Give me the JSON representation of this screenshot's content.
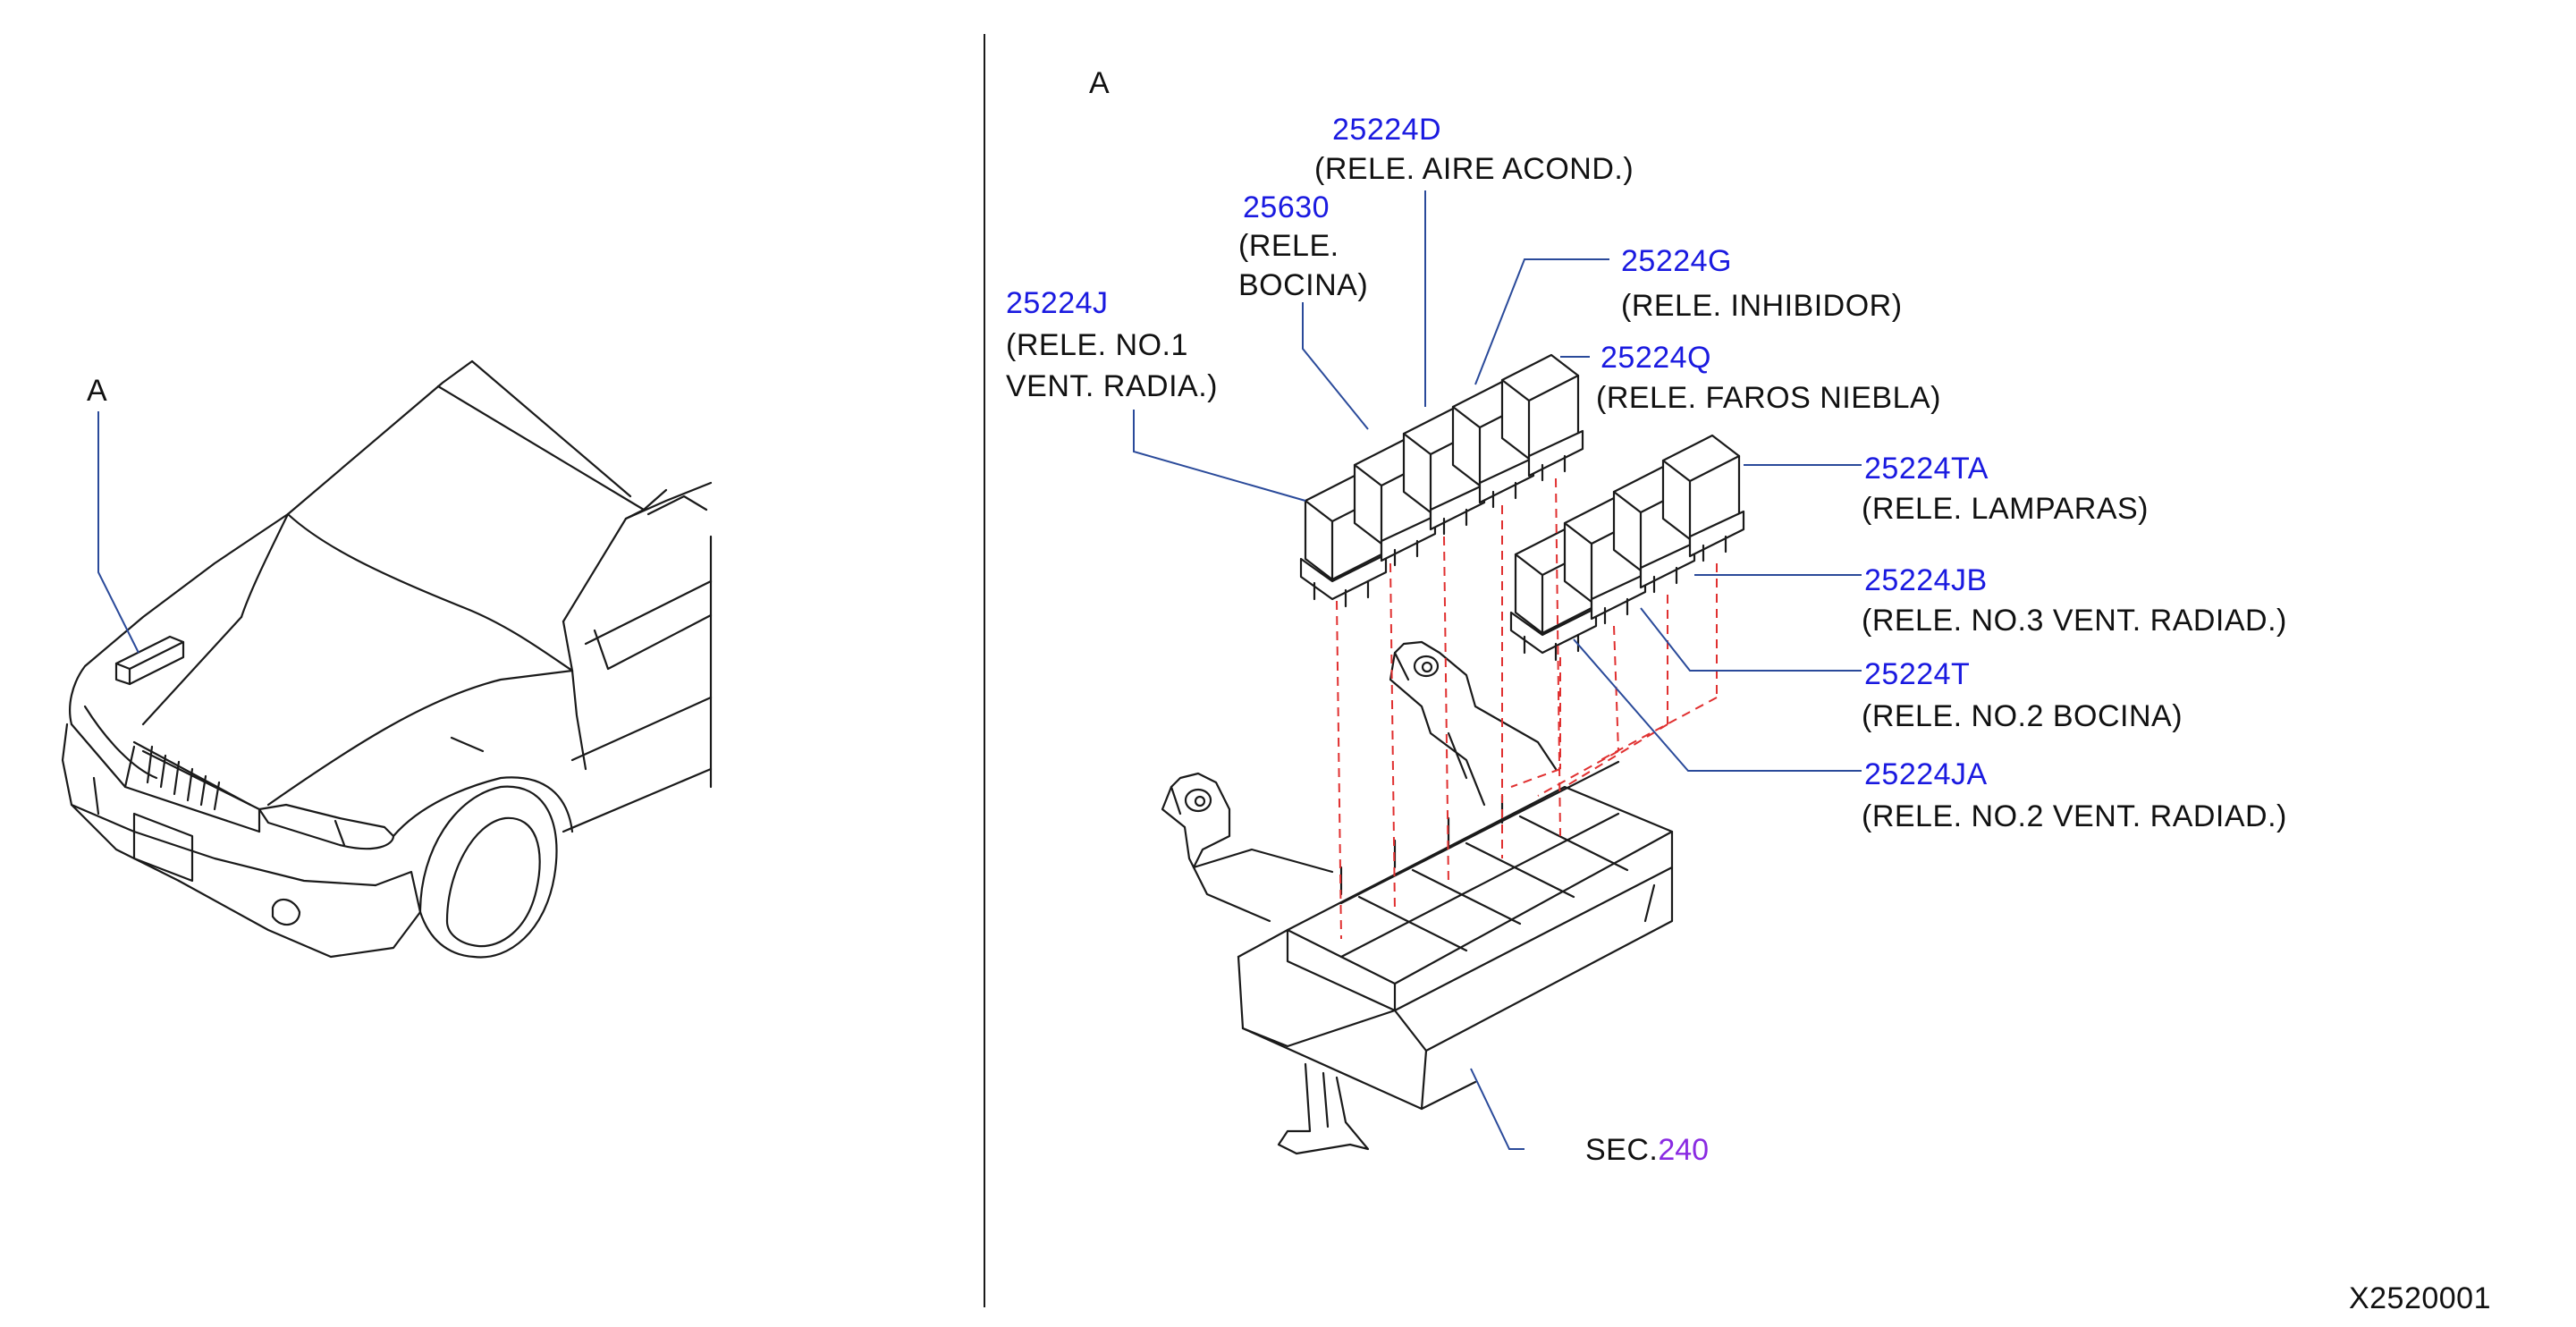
{
  "left_view": {
    "callout": "A"
  },
  "detail_view": {
    "view_label": "A",
    "parts": [
      {
        "part_no": "25224D",
        "desc": [
          "(RELE.   AIRE   ACOND.)"
        ]
      },
      {
        "part_no": "25630",
        "desc": [
          "(RELE.",
          "BOCINA)"
        ]
      },
      {
        "part_no": "25224G",
        "desc": [
          "(RELE.   INHIBIDOR)"
        ]
      },
      {
        "part_no": "25224J",
        "desc": [
          "(RELE.   NO.1",
          "VENT.   RADIA.)"
        ]
      },
      {
        "part_no": "25224Q",
        "desc": [
          "(RELE.   FAROS   NIEBLA)"
        ]
      },
      {
        "part_no": "25224TA",
        "desc": [
          "(RELE.   LAMPARAS)"
        ]
      },
      {
        "part_no": "25224JB",
        "desc": [
          "(RELE.   NO.3   VENT.   RADIAD.)"
        ]
      },
      {
        "part_no": "25224T",
        "desc": [
          "(RELE.   NO.2   BOCINA)"
        ]
      },
      {
        "part_no": "25224JA",
        "desc": [
          "(RELE.   NO.2   VENT.   RADIAD.)"
        ]
      }
    ],
    "section_ref": {
      "prefix": "SEC.",
      "number": "240"
    }
  },
  "figure_id": "X2520001",
  "colors": {
    "part_number": "#1a1ae0",
    "section_link": "#8a2be2",
    "leader_line": "#2a4a9a",
    "alignment_dash": "#e03030"
  }
}
